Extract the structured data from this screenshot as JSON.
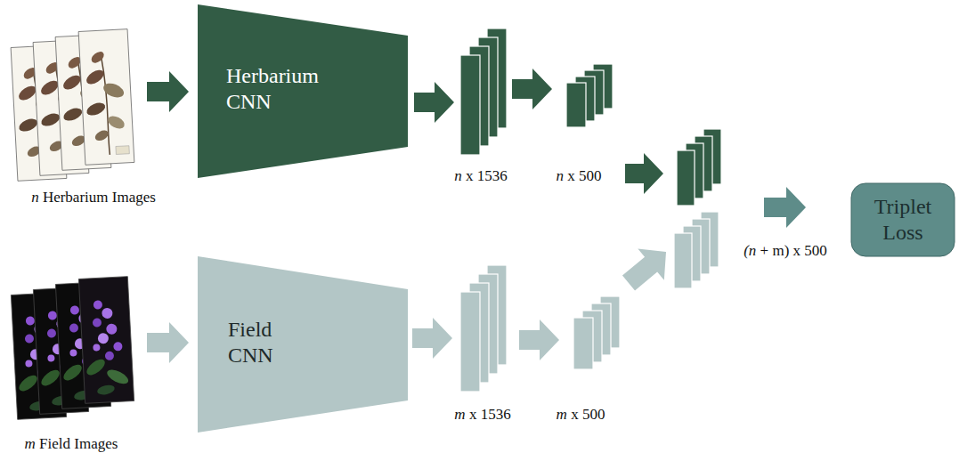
{
  "diagram": {
    "nodes": [
      {
        "text": [
          "n Herbarium Images"
        ]
      },
      {
        "text": [
          "Herbarium CNN"
        ]
      },
      {
        "text": [
          "n x 1536"
        ]
      },
      {
        "text": [
          "n x 500"
        ]
      },
      {
        "text": [
          "(n + m) x 500"
        ]
      },
      {
        "text": [
          "Triplet Loss"
        ]
      },
      {
        "text": [
          "m Field Images"
        ]
      },
      {
        "text": [
          "Field CNN"
        ]
      },
      {
        "text": [
          "m x 1536"
        ]
      },
      {
        "text": [
          "m x 500"
        ]
      }
    ],
    "edges": [
      {
        "from": 0,
        "to": 1,
        "arrow": "to"
      },
      {
        "from": 1,
        "to": 2,
        "arrow": "to"
      },
      {
        "from": 2,
        "to": 3,
        "arrow": "to"
      },
      {
        "from": 3,
        "to": 4,
        "arrow": "to"
      },
      {
        "from": 4,
        "to": 5,
        "arrow": "to"
      },
      {
        "from": 6,
        "to": 7,
        "arrow": "to"
      },
      {
        "from": 7,
        "to": 8,
        "arrow": "to"
      },
      {
        "from": 8,
        "to": 9,
        "arrow": "to"
      },
      {
        "from": 9,
        "to": 4,
        "arrow": "to"
      }
    ]
  }
}
